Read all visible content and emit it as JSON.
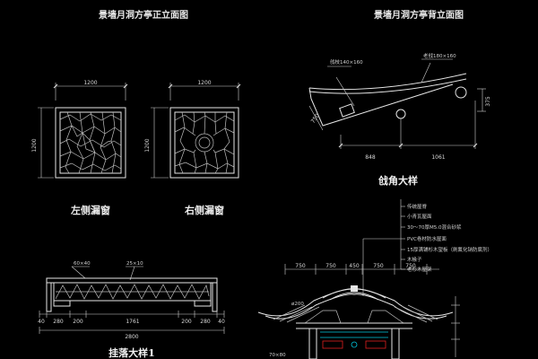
{
  "titles": {
    "front_elevation": "景墙月洞方亭正立面图",
    "rear_elevation": "景墙月洞方亭背立面图",
    "left_window": "左侧漏窗",
    "right_window": "右侧漏窗",
    "corner_detail": "戗角大样",
    "hanging_detail": "挂落大样1"
  },
  "dims": {
    "left_width": "1200",
    "left_height": "1200",
    "right_width": "1200",
    "right_height": "1200",
    "ridge_a": "戗枝140×160",
    "ridge_b": "老戗180×160",
    "dim_750": "750",
    "dim_375": "375",
    "dim_848": "848",
    "dim_1061": "1061",
    "hang_a": "60×40",
    "hang_b": "25×10",
    "hang_40l": "40",
    "hang_280l": "280",
    "hang_200l": "200",
    "hang_1761": "1761",
    "hang_200r": "200",
    "hang_280r": "280",
    "hang_40r": "40",
    "hang_2800": "2800",
    "roof_750a": "750",
    "roof_750b": "750",
    "roof_450": "450",
    "roof_750c": "750",
    "roof_750d": "750",
    "roof_phi": "ø200",
    "roof_70": "70×80"
  },
  "legend": [
    "传统屋脊",
    "小青瓦屋面",
    "30～70厚M5.0混合砂浆",
    "PVC卷材防水屋面",
    "15厚满铺杉木望板（刷氟化钠防腐剂）",
    "木椽子",
    "老杉木屋架"
  ],
  "colors": {
    "background": "#000000",
    "line": "#e6e6e6",
    "accent_cyan": "#00c8e0",
    "accent_red": "#e02020"
  }
}
